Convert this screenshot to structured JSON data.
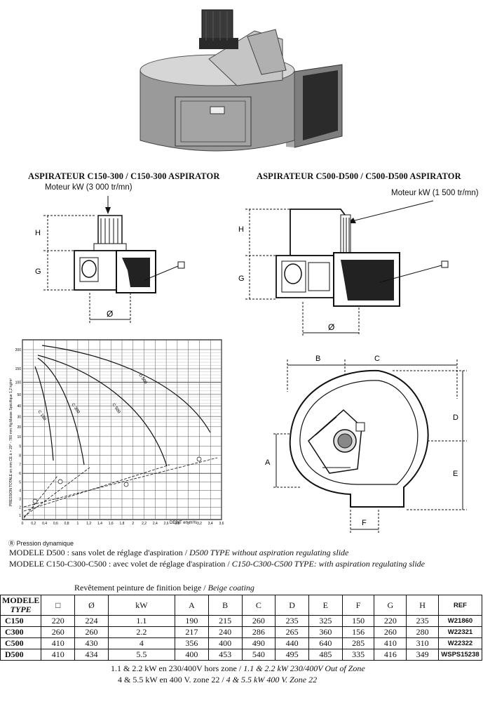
{
  "captions": {
    "left": "ASPIRATEUR C150-300 / C150-300 ASPIRATOR",
    "right": "ASPIRATEUR C500-D500 / C500-D500 ASPIRATOR"
  },
  "motor_labels": {
    "left": "Moteur kW (3 000 tr/mn)",
    "right": "Moteur kW (1 500 tr/mn)"
  },
  "dim_labels": {
    "H": "H",
    "G": "G",
    "diameter": "Ø",
    "square": "□",
    "A": "A",
    "B": "B",
    "C": "C",
    "D": "D",
    "E": "E",
    "F": "F"
  },
  "chart": {
    "y_ticks": [
      "200",
      "150",
      "100",
      "50",
      "40",
      "30",
      "20",
      "10",
      "9",
      "8",
      "7",
      "6",
      "5",
      "4",
      "3",
      "2",
      "1"
    ],
    "x_ticks": [
      "0",
      "0,2",
      "0,4",
      "0,6",
      "0,8",
      "1",
      "1,2",
      "1,4",
      "1,6",
      "1,8",
      "2",
      "2,2",
      "2,4",
      "2,6",
      "2,8",
      "3",
      "3,2",
      "3,4",
      "3,6"
    ],
    "y_axis_label": "PRESSION TOTALE en mm CE à + 20° - 760 mm Hg  Masse Spécifique 1,2 kg/m³",
    "x_axis_label": "DEBIT en m³/s",
    "curve_labels": [
      "C 150",
      "C 300",
      "C 500",
      "D 500"
    ],
    "dynamic_pressure_label": "Ⓡ Pression dynamique"
  },
  "notes": {
    "d500_fr": "MODELE D500 : sans volet de réglage d'aspiration / ",
    "d500_en": "D500 TYPE without aspiration regulating slide",
    "c_fr": "MODELE C150-C300-C500 : avec volet de réglage d'aspiration / ",
    "c_en": "C150-C300-C500 TYPE: with aspiration regulating slide"
  },
  "coating": {
    "fr": "Revêtement peinture de finition beige / ",
    "en": "Beige coating"
  },
  "table": {
    "head_model": "MODELE",
    "head_type": "TYPE",
    "headers": [
      "□",
      "Ø",
      "kW",
      "A",
      "B",
      "C",
      "D",
      "E",
      "F",
      "G",
      "H",
      "REF"
    ],
    "rows": [
      {
        "model": "C150",
        "cells": [
          "220",
          "224",
          "1.1",
          "190",
          "215",
          "260",
          "235",
          "325",
          "150",
          "220",
          "235",
          "W21860"
        ]
      },
      {
        "model": "C300",
        "cells": [
          "260",
          "260",
          "2.2",
          "217",
          "240",
          "286",
          "265",
          "360",
          "156",
          "260",
          "280",
          "W22321"
        ]
      },
      {
        "model": "C500",
        "cells": [
          "410",
          "430",
          "4",
          "356",
          "400",
          "490",
          "440",
          "640",
          "285",
          "410",
          "310",
          "W22322"
        ]
      },
      {
        "model": "D500",
        "cells": [
          "410",
          "434",
          "5.5",
          "400",
          "453",
          "540",
          "495",
          "485",
          "335",
          "416",
          "349",
          "WSPS15238"
        ]
      }
    ]
  },
  "footnotes": {
    "l1_fr": "1.1 & 2.2 kW en 230/400V hors zone / ",
    "l1_en": "1.1 & 2.2 kW 230/400V Out of Zone",
    "l2_fr": "4 & 5.5 kW en 400 V. zone 22 / ",
    "l2_en": "4 & 5.5 kW 400 V. Zone 22"
  }
}
